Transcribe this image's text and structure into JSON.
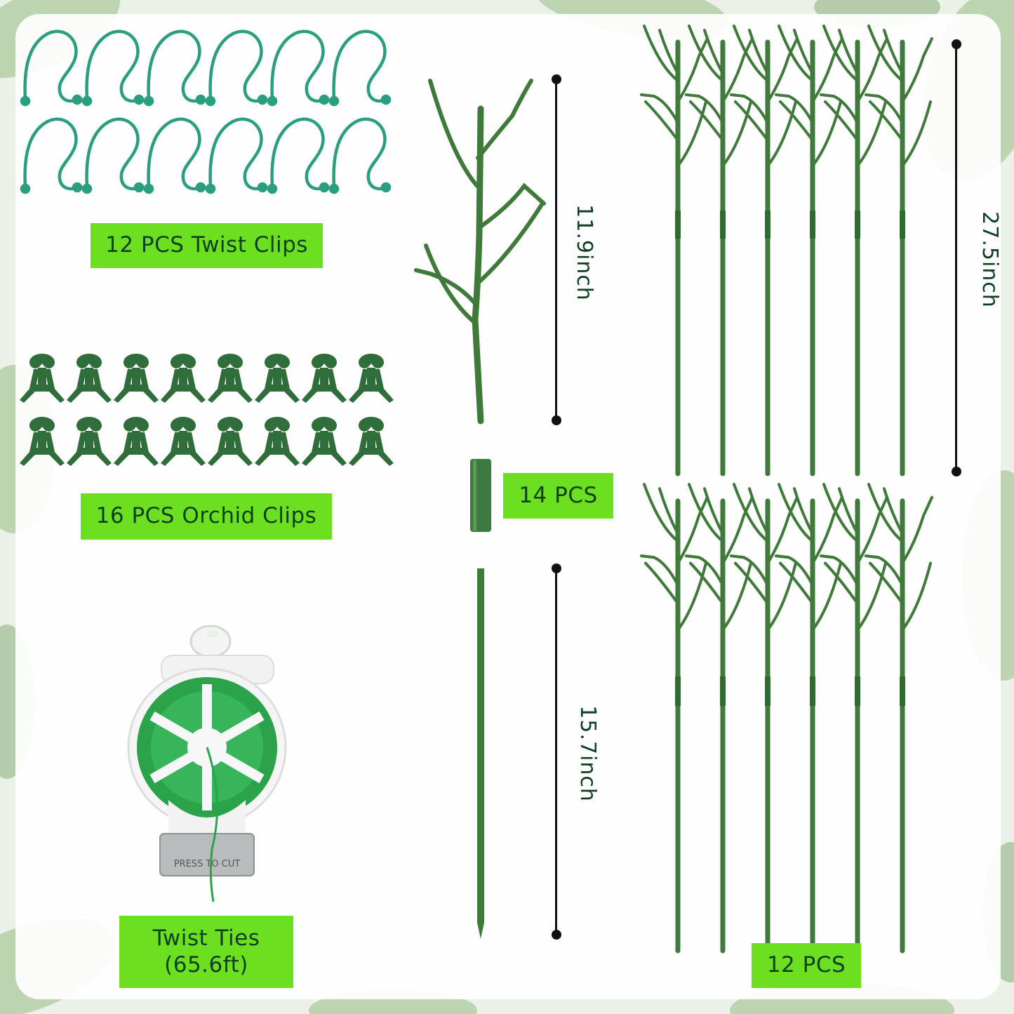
{
  "labels": {
    "twist_clips": "12 PCS Twist Clips",
    "orchid_clips": "16 PCS Orchid Clips",
    "twist_ties_line1": "Twist Ties",
    "twist_ties_line2": "(65.6ft)",
    "connectors": "14 PCS",
    "stakes": "12 PCS"
  },
  "dimensions": {
    "branch_top": "11.9inch",
    "stake_bottom": "15.7inch",
    "full_stake": "27.5inch"
  },
  "reel_text": "PRESS TO CUT",
  "colors": {
    "label_bg": "#6ce020",
    "label_text": "#0d3f22",
    "clip_teal": "#2a9e7e",
    "stake_green": "#3f7a3a",
    "wire_green": "#27a24a"
  },
  "icons": [
    "twist-clip-icon",
    "orchid-clip-icon",
    "branch-stake-icon",
    "connector-tube-icon",
    "wire-reel-icon"
  ]
}
